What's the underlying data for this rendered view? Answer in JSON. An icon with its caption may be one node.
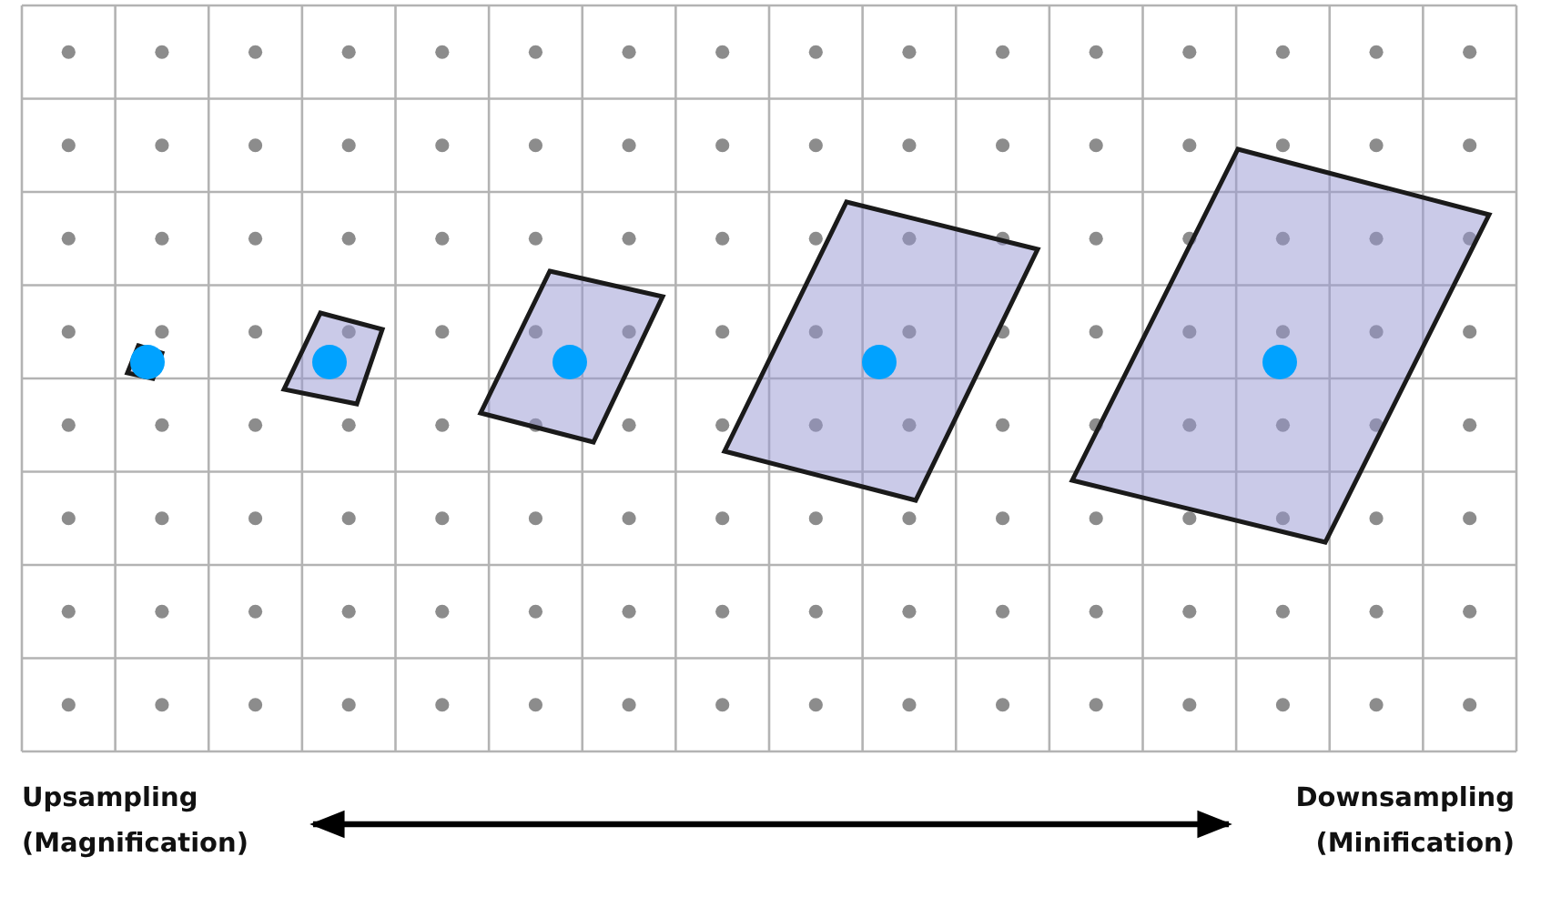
{
  "diagram": {
    "nodes": [
      {
        "text": [
          "Upsampling (Magnification)"
        ]
      },
      {
        "text": [
          "Downsampling (Minification)"
        ]
      }
    ],
    "edges": [
      {
        "from": 0,
        "to": 1,
        "arrow": "both"
      }
    ]
  }
}
